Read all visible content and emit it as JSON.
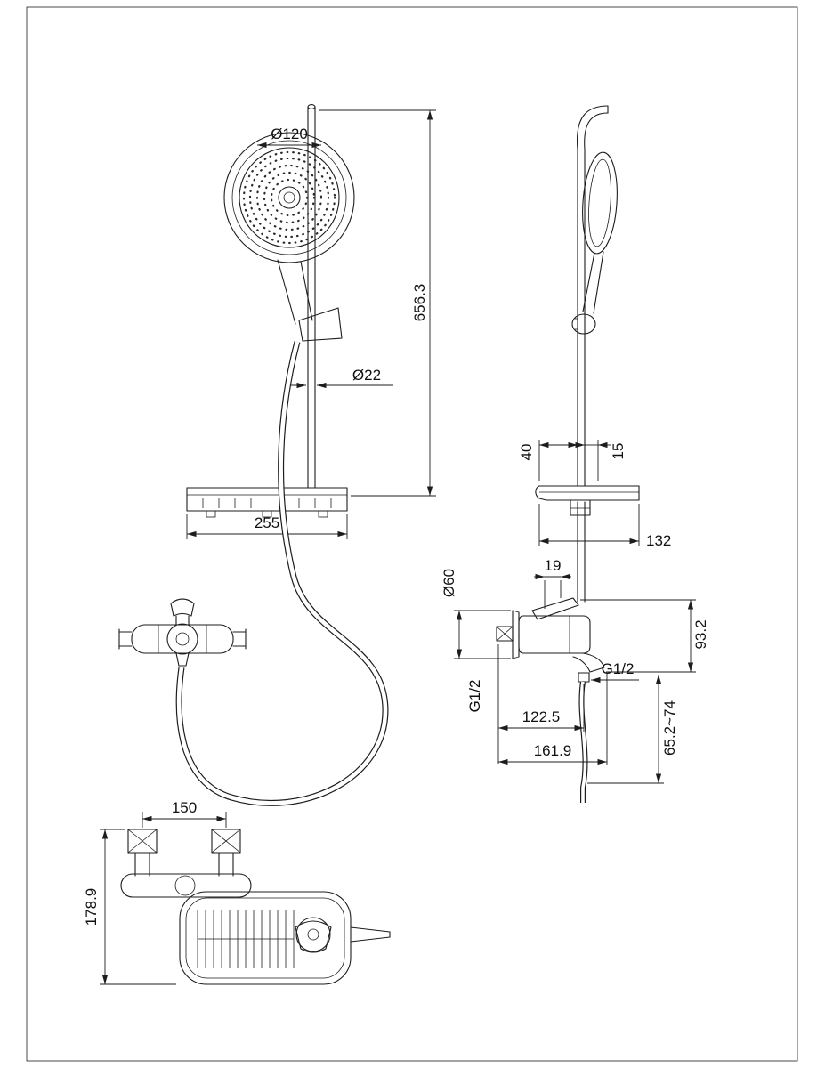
{
  "meta": {
    "type": "technical-dimension-drawing",
    "product": "shower-mixer-set-with-slide-bar-and-shelf"
  },
  "front_view": {
    "head_diameter": "Ø120",
    "bar_length": "656.3",
    "bar_diameter": "Ø22",
    "shelf_width": "255"
  },
  "side_view": {
    "shelf_to_bar": "40",
    "bar_to_head": "15",
    "shelf_depth": "132",
    "escutcheon_diameter": "Ø60",
    "wall_offset": "19",
    "mixer_height": "93.2",
    "inlet_thread": "G1/2",
    "outlet_thread": "G1/2",
    "outlet_reach": "122.5",
    "spout_reach": "161.9",
    "adjust_range": "65.2~74"
  },
  "top_view": {
    "inlet_spacing": "150",
    "overall_depth": "178.9"
  }
}
